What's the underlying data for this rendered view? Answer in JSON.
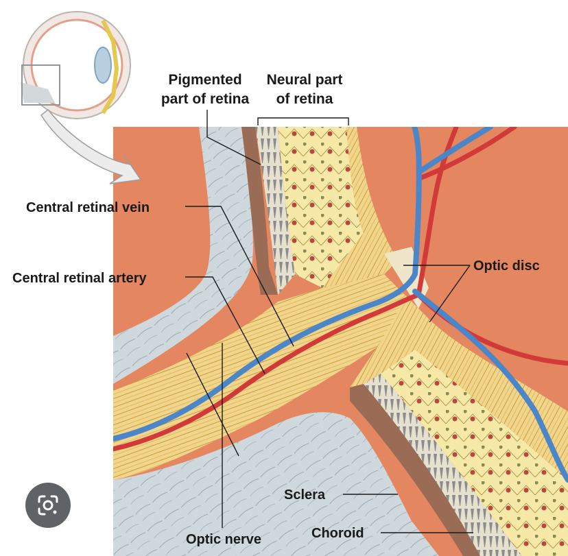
{
  "labels": {
    "pigmented_line1": "Pigmented",
    "pigmented_line2": "part of retina",
    "neural_line1": "Neural part",
    "neural_line2": "of retina",
    "central_retinal_vein": "Central retinal vein",
    "central_retinal_artery": "Central retinal artery",
    "optic_disc": "Optic disc",
    "sclera": "Sclera",
    "choroid": "Choroid",
    "optic_nerve": "Optic nerve"
  },
  "icons": {
    "lens_button": "google-lens-icon"
  },
  "colors": {
    "sclera": "#cfd8dc",
    "optic_nerve": "#f1d58a",
    "choroid": "#9a6b55",
    "vitreous": "#e4865f",
    "artery": "#d23a3a",
    "vein": "#4a86c8",
    "lens_button": "#5f6368"
  }
}
